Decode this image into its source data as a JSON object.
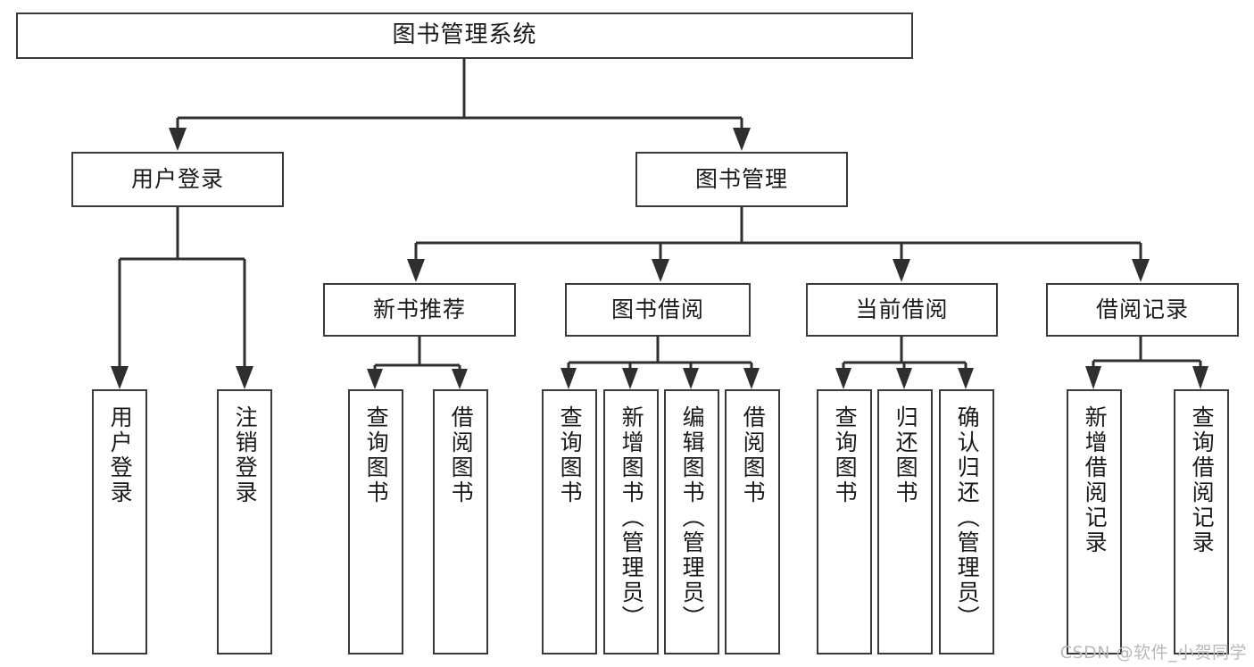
{
  "diagram": {
    "title": "图书管理系统",
    "type": "tree",
    "watermark": "CSDN @软件_小贺同学",
    "colors": {
      "box_border": "#3a3a3a",
      "box_fill": "#ffffff",
      "line": "#2f2f2f",
      "text": "#1a1a1a",
      "watermark": "#b9b9b9",
      "background": "#ffffff"
    },
    "levels": {
      "root": {
        "label": "图书管理系统"
      },
      "level2": [
        {
          "label": "用户登录"
        },
        {
          "label": "图书管理"
        }
      ],
      "level3": [
        {
          "label": "新书推荐"
        },
        {
          "label": "图书借阅"
        },
        {
          "label": "当前借阅"
        },
        {
          "label": "借阅记录"
        }
      ],
      "leaves": {
        "user_login": [
          {
            "label": "用户登录"
          },
          {
            "label": "注销登录"
          }
        ],
        "new_book_recommend": [
          {
            "label": "查询图书"
          },
          {
            "label": "借阅图书"
          }
        ],
        "book_borrow": [
          {
            "label": "查询图书"
          },
          {
            "label": "新增图书（管理员）"
          },
          {
            "label": "编辑图书（管理员）"
          },
          {
            "label": "借阅图书"
          }
        ],
        "current_borrow": [
          {
            "label": "查询图书"
          },
          {
            "label": "归还图书"
          },
          {
            "label": "确认归还（管理员）"
          }
        ],
        "borrow_record": [
          {
            "label": "新增借阅记录"
          },
          {
            "label": "查询借阅记录"
          }
        ]
      }
    }
  }
}
